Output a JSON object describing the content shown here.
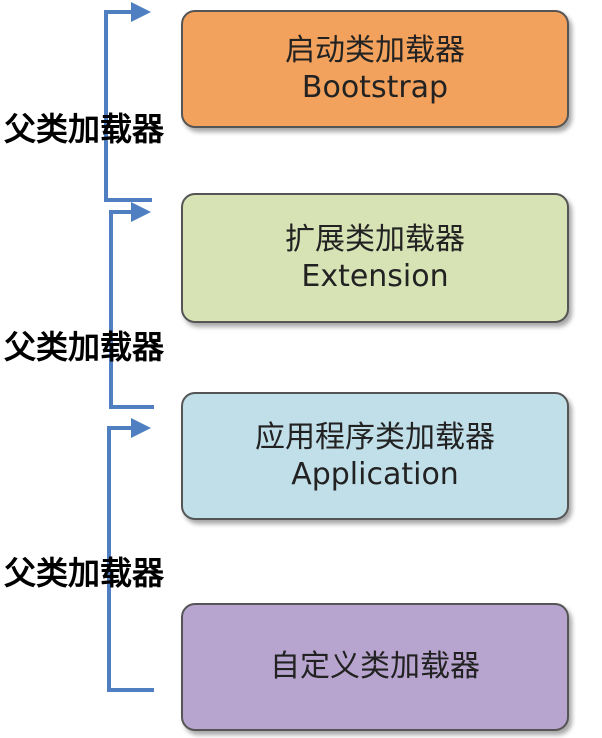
{
  "boxes": [
    {
      "title": "启动类加载器",
      "subtitle": "Bootstrap",
      "color": "#f2a25c"
    },
    {
      "title": "扩展类加载器",
      "subtitle": "Extension",
      "color": "#d7e3b5"
    },
    {
      "title": "应用程序类加载器",
      "subtitle": "Application",
      "color": "#c1dfe9"
    },
    {
      "title": "自定义类加载器",
      "color": "#b7a5cf"
    }
  ],
  "side_labels": [
    "父类加载器",
    "父类加载器",
    "父类加载器"
  ],
  "connector_color": "#4f7fc0"
}
